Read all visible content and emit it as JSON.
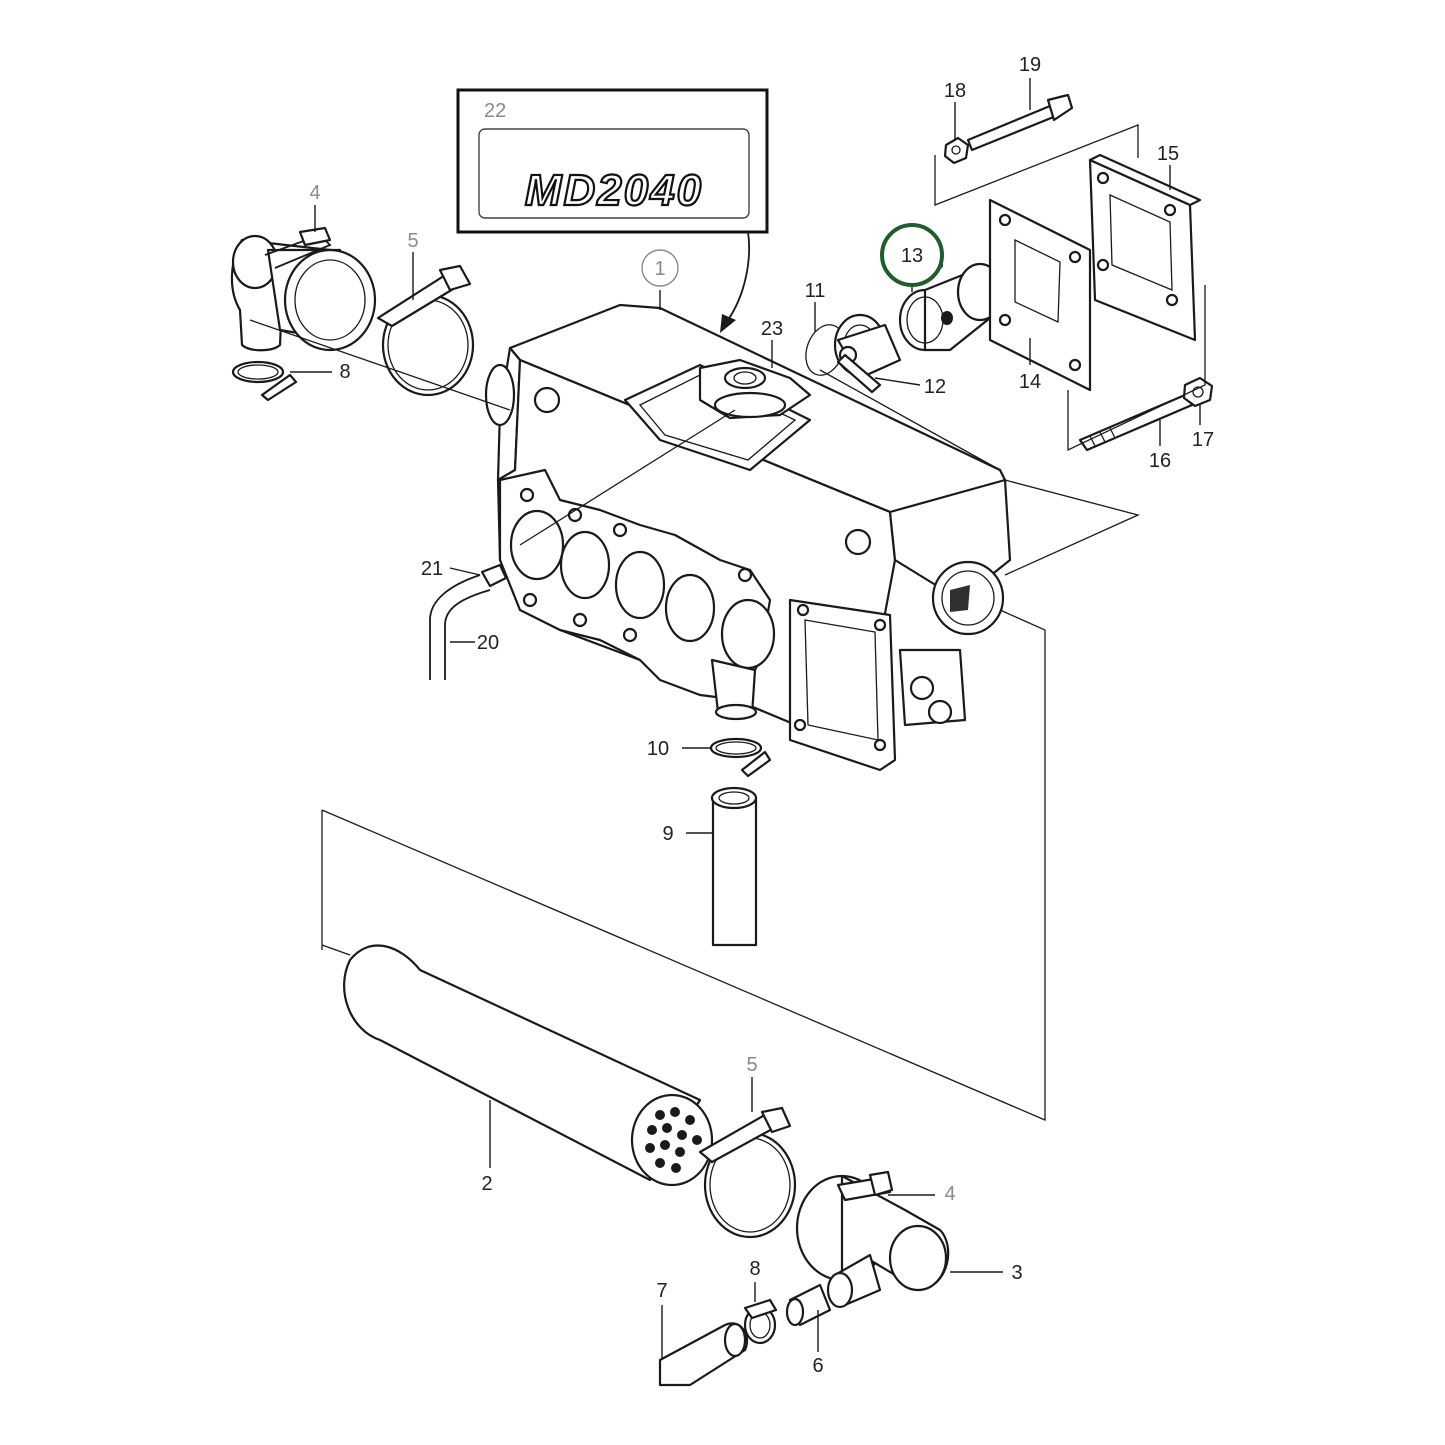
{
  "highlight_color": "#1f5e2a",
  "decal": {
    "callout": "22",
    "text": "MD2040"
  },
  "callouts": {
    "c1": "1",
    "c2": "2",
    "c3": "3",
    "c4a": "4",
    "c4b": "4",
    "c5a": "5",
    "c5b": "5",
    "c6": "6",
    "c7": "7",
    "c8a": "8",
    "c8b": "8",
    "c9": "9",
    "c10": "10",
    "c11": "11",
    "c12": "12",
    "c13": "13",
    "c14": "14",
    "c15": "15",
    "c16": "16",
    "c17": "17",
    "c18": "18",
    "c19": "19",
    "c20": "20",
    "c21": "21",
    "c23": "23"
  }
}
